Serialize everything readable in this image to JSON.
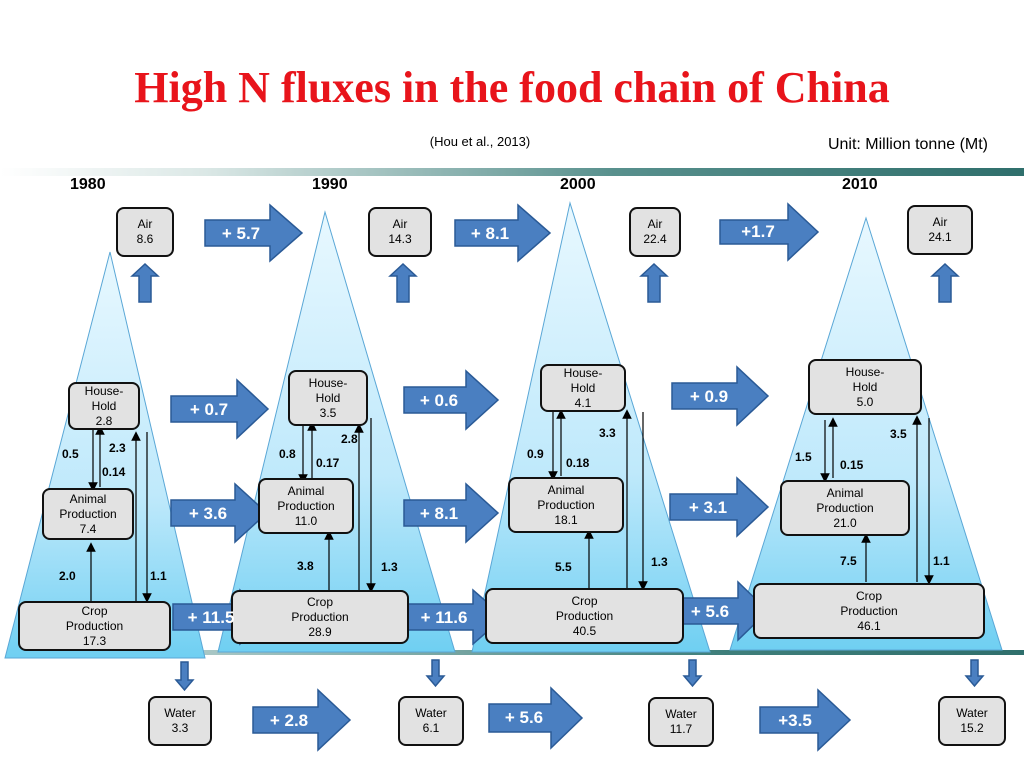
{
  "title": "High N fluxes in the food chain of  China",
  "citation": "(Hou et al., 2013)",
  "unit": "Unit: Million tonne (Mt)",
  "years": [
    "1980",
    "1990",
    "2000",
    "2010"
  ],
  "labels": {
    "air": "Air",
    "water": "Water",
    "house_l1": "House-",
    "house_l2": "Hold",
    "animal_l1": "Animal",
    "animal_l2": "Production",
    "crop_l1": "Crop",
    "crop_l2": "Production"
  },
  "values": {
    "y1980": {
      "air": "8.6",
      "house": "2.8",
      "animal": "7.4",
      "crop": "17.3",
      "water": "3.3"
    },
    "y1990": {
      "air": "14.3",
      "house": "3.5",
      "animal": "11.0",
      "crop": "28.9",
      "water": "6.1"
    },
    "y2000": {
      "air": "22.4",
      "house": "4.1",
      "animal": "18.1",
      "crop": "40.5",
      "water": "11.7"
    },
    "y2010": {
      "air": "24.1",
      "house": "5.0",
      "animal": "21.0",
      "crop": "46.1",
      "water": "15.2"
    }
  },
  "flows": {
    "y1980": {
      "house_to_animal": "0.5",
      "animal_to_house": "0.14",
      "crop_to_house": "2.3",
      "crop_to_animal": "2.0",
      "animal_to_crop": "1.1"
    },
    "y1990": {
      "house_to_animal": "0.8",
      "animal_to_house": "0.17",
      "crop_to_house": "2.8",
      "crop_to_animal": "3.8",
      "animal_to_crop": "1.3"
    },
    "y2000": {
      "house_to_animal": "0.9",
      "animal_to_house": "0.18",
      "crop_to_house": "3.3",
      "crop_to_animal": "5.5",
      "animal_to_crop": "1.3"
    },
    "y2010": {
      "house_to_animal": "1.5",
      "animal_to_house": "0.15",
      "crop_to_house": "3.5",
      "crop_to_animal": "7.5",
      "animal_to_crop": "1.1"
    }
  },
  "changes": {
    "air": [
      "+ 5.7",
      "+ 8.1",
      "+1.7"
    ],
    "house": [
      "+ 0.7",
      "+ 0.6",
      "+ 0.9"
    ],
    "animal": [
      "+ 3.6",
      "+ 8.1",
      "+ 3.1"
    ],
    "crop": [
      "+ 11.5",
      "+ 11.6",
      "+ 5.6"
    ],
    "water": [
      "+ 2.8",
      "+ 5.6",
      "+3.5"
    ]
  },
  "colors": {
    "title": "#e8141b",
    "arrow_fill": "#4a7fc1",
    "arrow_stroke": "#2a5a96",
    "triangle": "#bfe9fb",
    "box": "#e2e2e2"
  }
}
